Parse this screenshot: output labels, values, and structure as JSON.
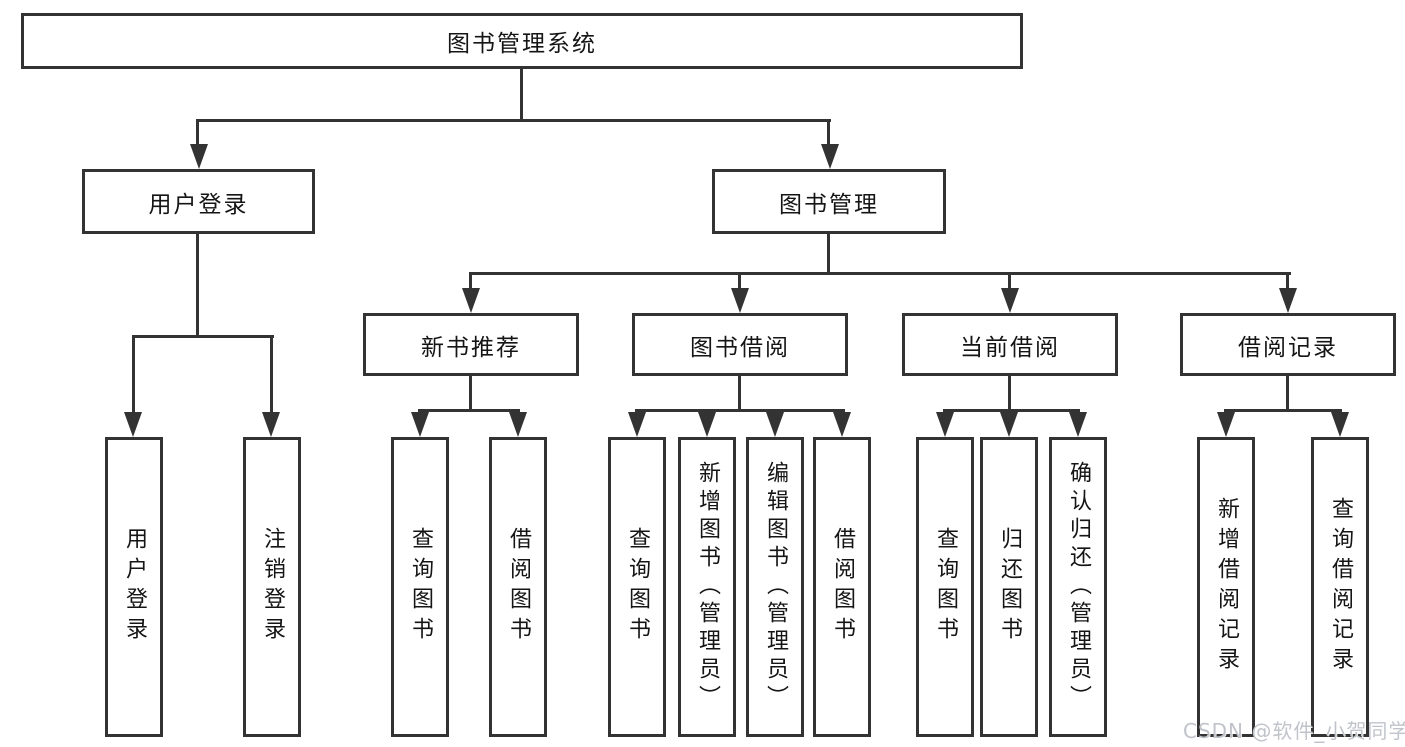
{
  "colors": {
    "line": "#333333",
    "text": "#151515",
    "background": "#ffffff",
    "watermark": "#c0c4ca"
  },
  "watermark": {
    "text": "CSDN @软件_小贺同学"
  },
  "tree": {
    "root": {
      "label": "图书管理系统"
    },
    "level2": [
      {
        "label": "用户登录"
      },
      {
        "label": "图书管理"
      }
    ],
    "level3": [
      {
        "label": "新书推荐",
        "parent": "图书管理"
      },
      {
        "label": "图书借阅",
        "parent": "图书管理"
      },
      {
        "label": "当前借阅",
        "parent": "图书管理"
      },
      {
        "label": "借阅记录",
        "parent": "图书管理"
      }
    ],
    "leaves": [
      {
        "label": "用户登录",
        "parent": "用户登录"
      },
      {
        "label": "注销登录",
        "parent": "用户登录"
      },
      {
        "label": "查询图书",
        "parent": "新书推荐"
      },
      {
        "label": "借阅图书",
        "parent": "新书推荐"
      },
      {
        "label": "查询图书",
        "parent": "图书借阅"
      },
      {
        "label": "新增图书（管理员）",
        "parent": "图书借阅"
      },
      {
        "label": "编辑图书（管理员）",
        "parent": "图书借阅"
      },
      {
        "label": "借阅图书",
        "parent": "图书借阅"
      },
      {
        "label": "查询图书",
        "parent": "当前借阅"
      },
      {
        "label": "归还图书",
        "parent": "当前借阅"
      },
      {
        "label": "确认归还（管理员）",
        "parent": "当前借阅"
      },
      {
        "label": "新增借阅记录",
        "parent": "借阅记录"
      },
      {
        "label": "查询借阅记录",
        "parent": "借阅记录"
      }
    ]
  }
}
